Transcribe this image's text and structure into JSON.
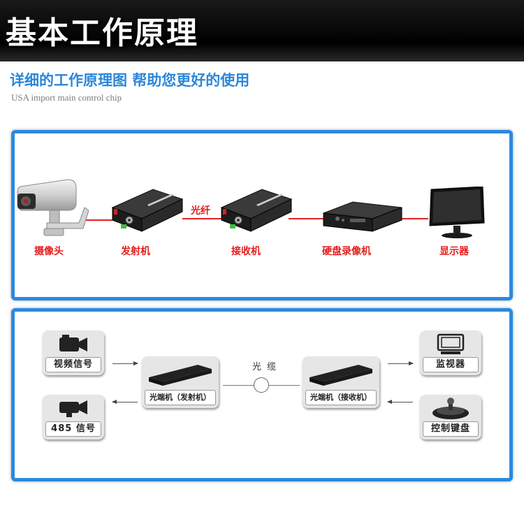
{
  "header": {
    "title": "基本工作原理",
    "subtitle": "详细的工作原理图 帮助您更好的使用",
    "subtitle_en": "USA import main control chip"
  },
  "top_diagram": {
    "labels": {
      "camera": "摄像头",
      "transmitter": "发射机",
      "fiber": "光纤",
      "receiver": "接收机",
      "dvr": "硬盘录像机",
      "monitor": "显示器"
    }
  },
  "bottom_diagram": {
    "video_signal": "视频信号",
    "rs485_signal": "485 信号",
    "transmitter": "光端机（发射机）",
    "receiver": "光端机（接收机）",
    "cable": "光 缆",
    "monitor": "监视器",
    "keyboard": "控制键盘"
  },
  "colors": {
    "accent_blue": "#2a8ae0",
    "label_red": "#e51e1e"
  }
}
